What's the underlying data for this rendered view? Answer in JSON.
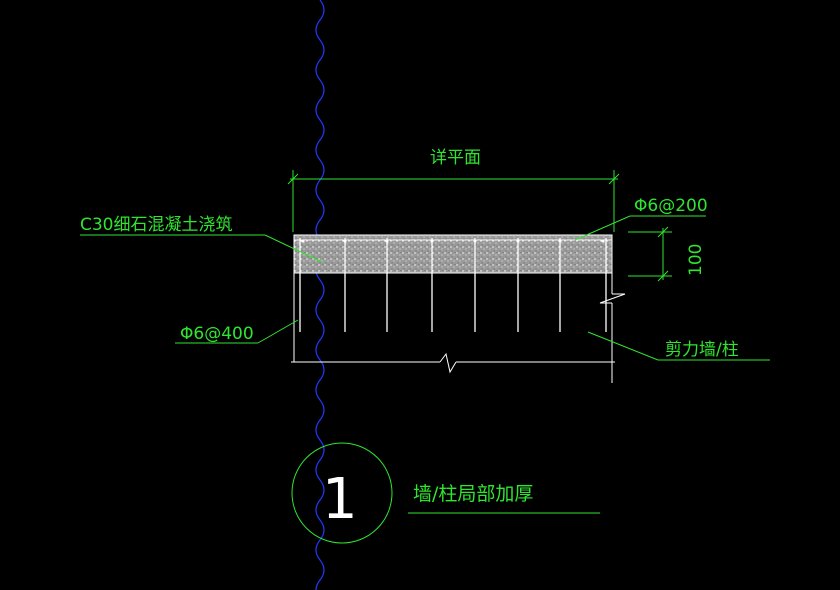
{
  "colors": {
    "background": "#000000",
    "line_green": "#2fe52f",
    "line_white": "#ffffff",
    "break_line_blue": "#1e3cff",
    "concrete_fill": "#c8c8c8"
  },
  "labels": {
    "plan_title": "详平面",
    "concrete_note": "C30细石混凝土浇筑",
    "top_rebar": "Φ6@200",
    "bottom_rebar": "Φ6@400",
    "thickness_dim": "100",
    "wall_label": "剪力墙/柱",
    "detail_number": "1",
    "detail_title": "墙/柱局部加厚"
  }
}
